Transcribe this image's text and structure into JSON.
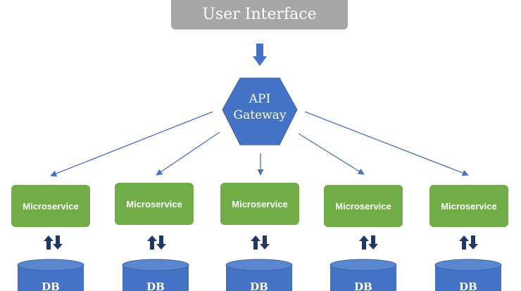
{
  "ui_box": {
    "label": "User Interface"
  },
  "gateway": {
    "line1": "API",
    "line2": "Gateway"
  },
  "microservices": [
    {
      "label": "Microservice"
    },
    {
      "label": "Microservice"
    },
    {
      "label": "Microservice"
    },
    {
      "label": "Microservice"
    },
    {
      "label": "Microservice"
    }
  ],
  "databases": [
    {
      "label": "DB"
    },
    {
      "label": "DB"
    },
    {
      "label": "DB"
    },
    {
      "label": "DB"
    },
    {
      "label": "DB"
    }
  ],
  "colors": {
    "ui_box": "#a6a6a6",
    "gateway": "#4472c4",
    "microservice": "#70ad47",
    "database": "#4472c4",
    "arrows": "#4472c4",
    "sync_arrows": "#1f3864"
  }
}
